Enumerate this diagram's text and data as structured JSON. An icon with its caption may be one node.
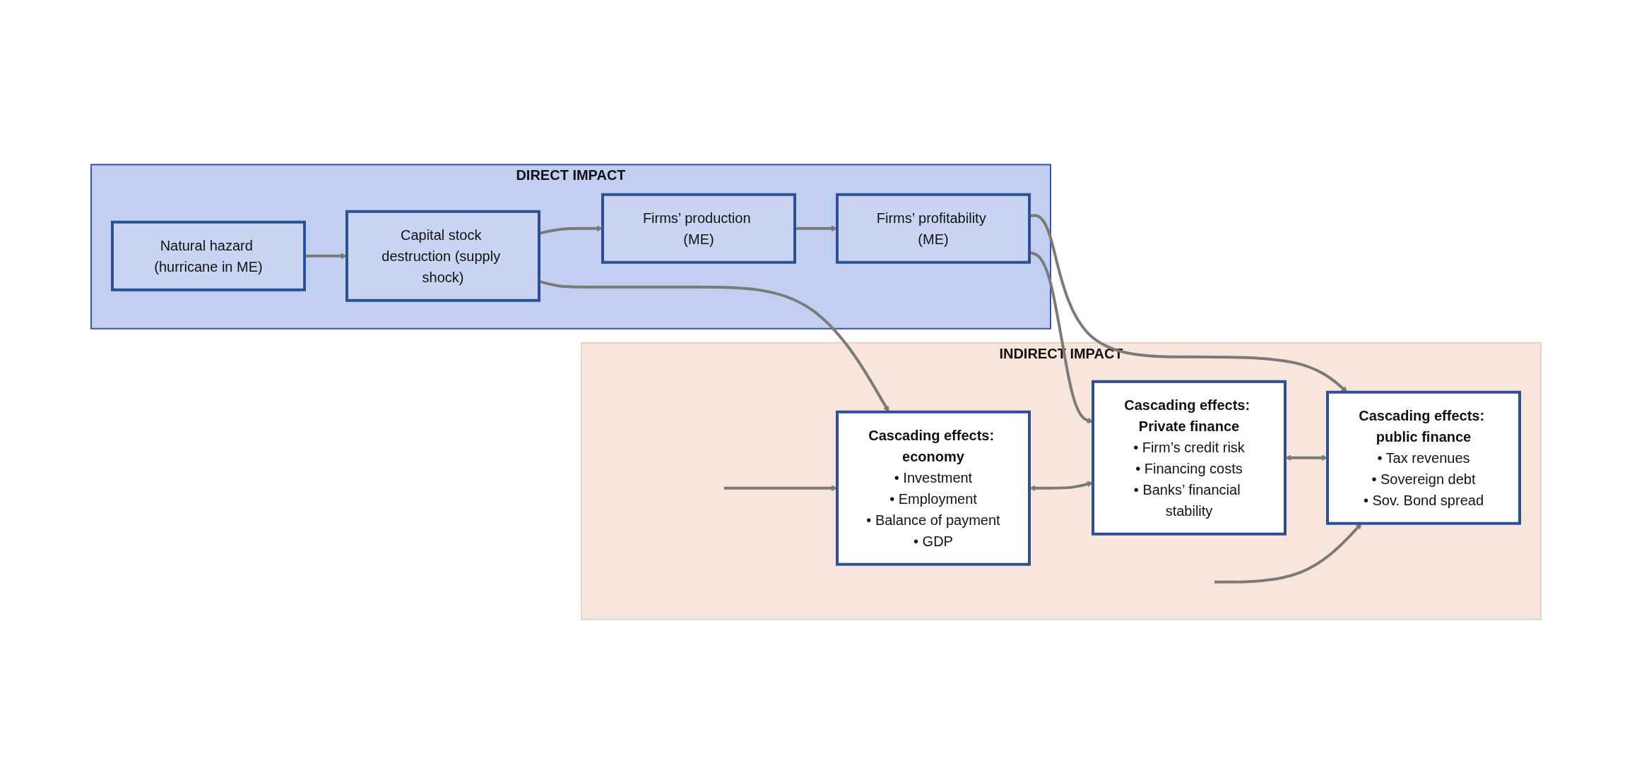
{
  "diagram": {
    "nodes": [
      {
        "text": [
          "DIRECT IMPACT"
        ]
      },
      {
        "text": [
          "Natural hazard (hurricane in ME)"
        ],
        "in": 0
      },
      {
        "text": [
          "Capital stock destruction (supply shock)"
        ],
        "in": 0
      },
      {
        "text": [
          "Firms’ production (ME)"
        ],
        "in": 0
      },
      {
        "text": [
          "Firms’ profitability (ME)"
        ],
        "in": 0
      },
      {
        "text": [
          "INDIRECT IMPACT"
        ]
      },
      {
        "text": [
          "Cascading effects: economy",
          "• Investment",
          "• Employment",
          "• Balance of payment",
          "• GDP"
        ],
        "in": 5
      },
      {
        "text": [
          "Cascading effects: Private finance",
          "• Firm’s credit risk",
          "• Financing costs",
          "• Banks’ financial stability"
        ],
        "in": 5
      },
      {
        "text": [
          "Cascading effects: public finance",
          "• Tax revenues",
          "• Sovereign debt",
          "• Sov. Bond spread"
        ],
        "in": 5
      }
    ],
    "edges": [
      {
        "from": 1,
        "to": 2,
        "arrow": "to"
      },
      {
        "from": 2,
        "to": 3,
        "arrow": "to"
      },
      {
        "from": 3,
        "to": 4,
        "arrow": "to"
      },
      {
        "from": 2,
        "to": 6,
        "arrow": "to"
      },
      {
        "from": 4,
        "to": 7,
        "arrow": "to"
      },
      {
        "from": 4,
        "to": 8,
        "arrow": "to"
      },
      {
        "from": 6,
        "to": 7,
        "arrow": "both"
      },
      {
        "from": 7,
        "to": 8,
        "arrow": "both"
      },
      {
        "from": null,
        "to": 6,
        "arrow": "to"
      },
      {
        "from": null,
        "to": 8,
        "arrow": "to"
      }
    ]
  }
}
